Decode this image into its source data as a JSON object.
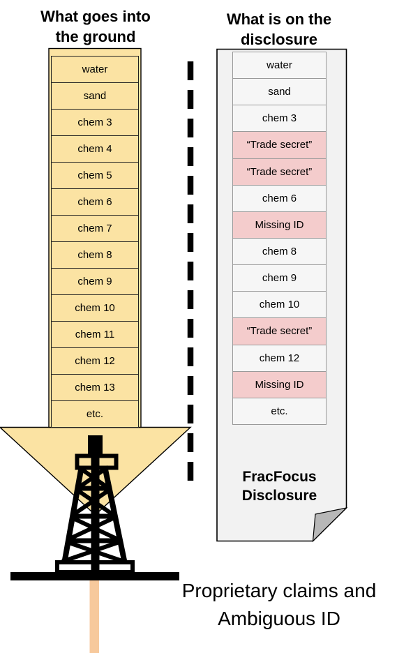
{
  "left_panel": {
    "title": "What goes into\nthe ground",
    "rows": [
      "water",
      "sand",
      "chem 3",
      "chem 4",
      "chem 5",
      "chem 6",
      "chem 7",
      "chem 8",
      "chem 9",
      "chem 10",
      "chem 11",
      "chem 12",
      "chem 13",
      "etc."
    ]
  },
  "right_panel": {
    "title": "What is on the\ndisclosure",
    "rows": [
      {
        "label": "water",
        "flag": false
      },
      {
        "label": "sand",
        "flag": false
      },
      {
        "label": "chem 3",
        "flag": false
      },
      {
        "label": "“Trade secret”",
        "flag": true
      },
      {
        "label": "“Trade secret”",
        "flag": true
      },
      {
        "label": "chem 6",
        "flag": false
      },
      {
        "label": "Missing ID",
        "flag": true
      },
      {
        "label": "chem 8",
        "flag": false
      },
      {
        "label": "chem 9",
        "flag": false
      },
      {
        "label": "chem 10",
        "flag": false
      },
      {
        "label": "“Trade secret”",
        "flag": true
      },
      {
        "label": "chem 12",
        "flag": false
      },
      {
        "label": "Missing ID",
        "flag": true
      },
      {
        "label": "etc.",
        "flag": false
      }
    ],
    "doc_label": "FracFocus\nDisclosure"
  },
  "caption": "Proprietary claims and\nAmbiguous ID",
  "icons": {
    "derrick": "oil-derrick-icon",
    "arrow": "down-arrow",
    "divider": "divider-dashed-line",
    "document": "disclosure-document"
  },
  "colors": {
    "yellow": "#fbe3a3",
    "pink": "#f4cccc",
    "docgray": "#f2f2f2",
    "rowgray": "#f6f6f6",
    "foldgray": "#b7b7b7",
    "pipe": "#f7c99c"
  }
}
